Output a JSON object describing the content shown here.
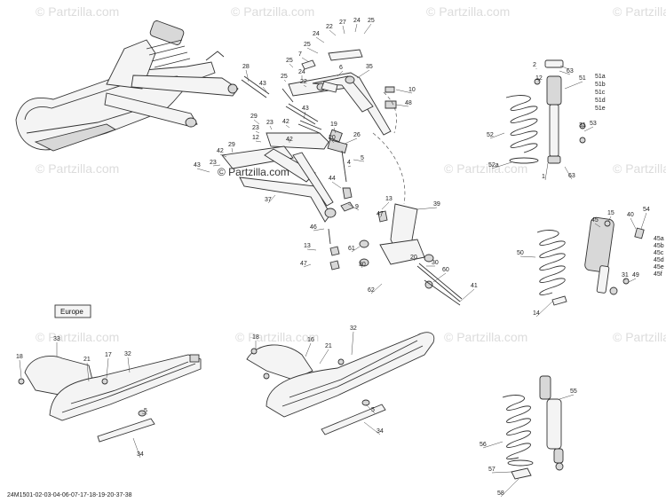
{
  "diagram": {
    "watermark_text": "Partzilla.com",
    "watermark_copyright": "©",
    "center_copyright": "© Partzilla.com",
    "region_label": "Europe",
    "footer_code": "24M1501-02-03-04-06-07-17-18-19-20-37-38",
    "callouts": [
      "1",
      "2",
      "4",
      "5",
      "6",
      "7",
      "9",
      "10",
      "12",
      "13",
      "14",
      "15",
      "16",
      "17",
      "18",
      "19",
      "20",
      "21",
      "22",
      "23",
      "24",
      "25",
      "26",
      "27",
      "28",
      "29",
      "30",
      "31",
      "32",
      "33",
      "34",
      "35",
      "37",
      "39",
      "40",
      "41",
      "42",
      "43",
      "44",
      "45",
      "45a",
      "45b",
      "45c",
      "45d",
      "45e",
      "45f",
      "46",
      "47",
      "48",
      "49",
      "50",
      "51",
      "51a",
      "51b",
      "51c",
      "51d",
      "51e",
      "52",
      "52a",
      "53",
      "54",
      "55",
      "56",
      "57",
      "58",
      "60",
      "61",
      "62",
      "63"
    ]
  }
}
